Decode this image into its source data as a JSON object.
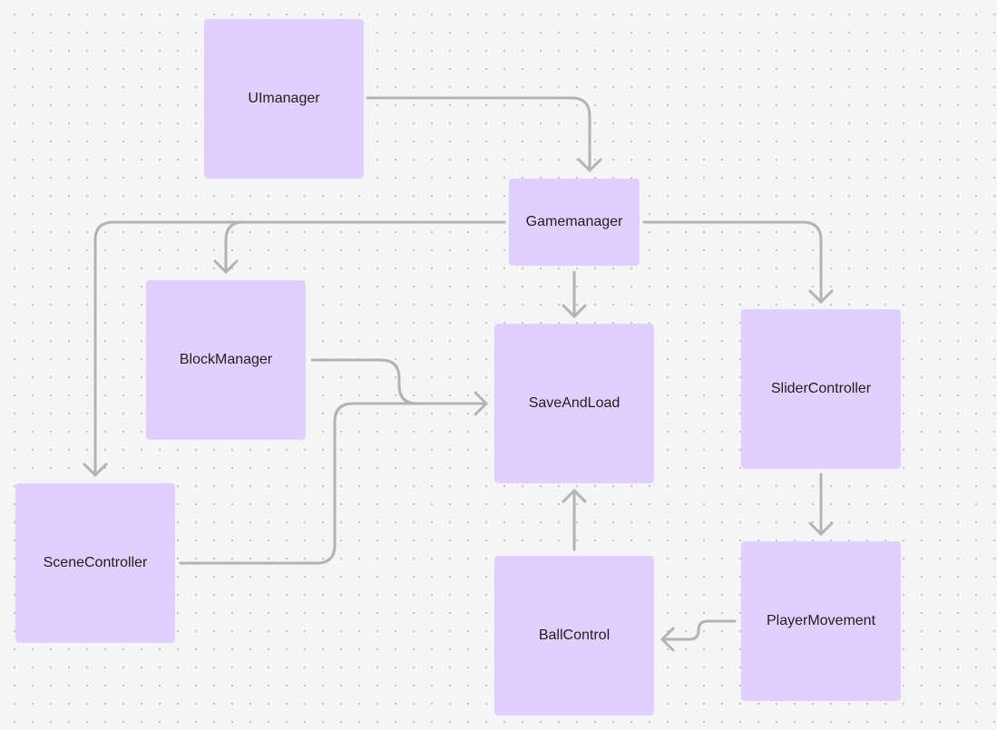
{
  "colors": {
    "node_fill": "#e3cfff",
    "connector": "#b3b3b3",
    "label": "#1f1f1f"
  },
  "nodes": {
    "ui_manager": {
      "label": "UImanager"
    },
    "game_manager": {
      "label": "Gamemanager"
    },
    "block_manager": {
      "label": "BlockManager"
    },
    "save_and_load": {
      "label": "SaveAndLoad"
    },
    "slider_controller": {
      "label": "SliderController"
    },
    "scene_controller": {
      "label": "SceneController"
    },
    "ball_control": {
      "label": "BallControl"
    },
    "player_movement": {
      "label": "PlayerMovement"
    }
  },
  "connectors": [
    {
      "from": "UImanager",
      "to": "Gamemanager"
    },
    {
      "from": "Gamemanager",
      "to": "SceneController"
    },
    {
      "from": "Gamemanager",
      "to": "BlockManager"
    },
    {
      "from": "Gamemanager",
      "to": "SaveAndLoad"
    },
    {
      "from": "Gamemanager",
      "to": "SliderController"
    },
    {
      "from": "BlockManager",
      "to": "SaveAndLoad"
    },
    {
      "from": "SceneController",
      "to": "SaveAndLoad"
    },
    {
      "from": "BallControl",
      "to": "SaveAndLoad"
    },
    {
      "from": "SliderController",
      "to": "PlayerMovement"
    },
    {
      "from": "PlayerMovement",
      "to": "BallControl"
    }
  ]
}
